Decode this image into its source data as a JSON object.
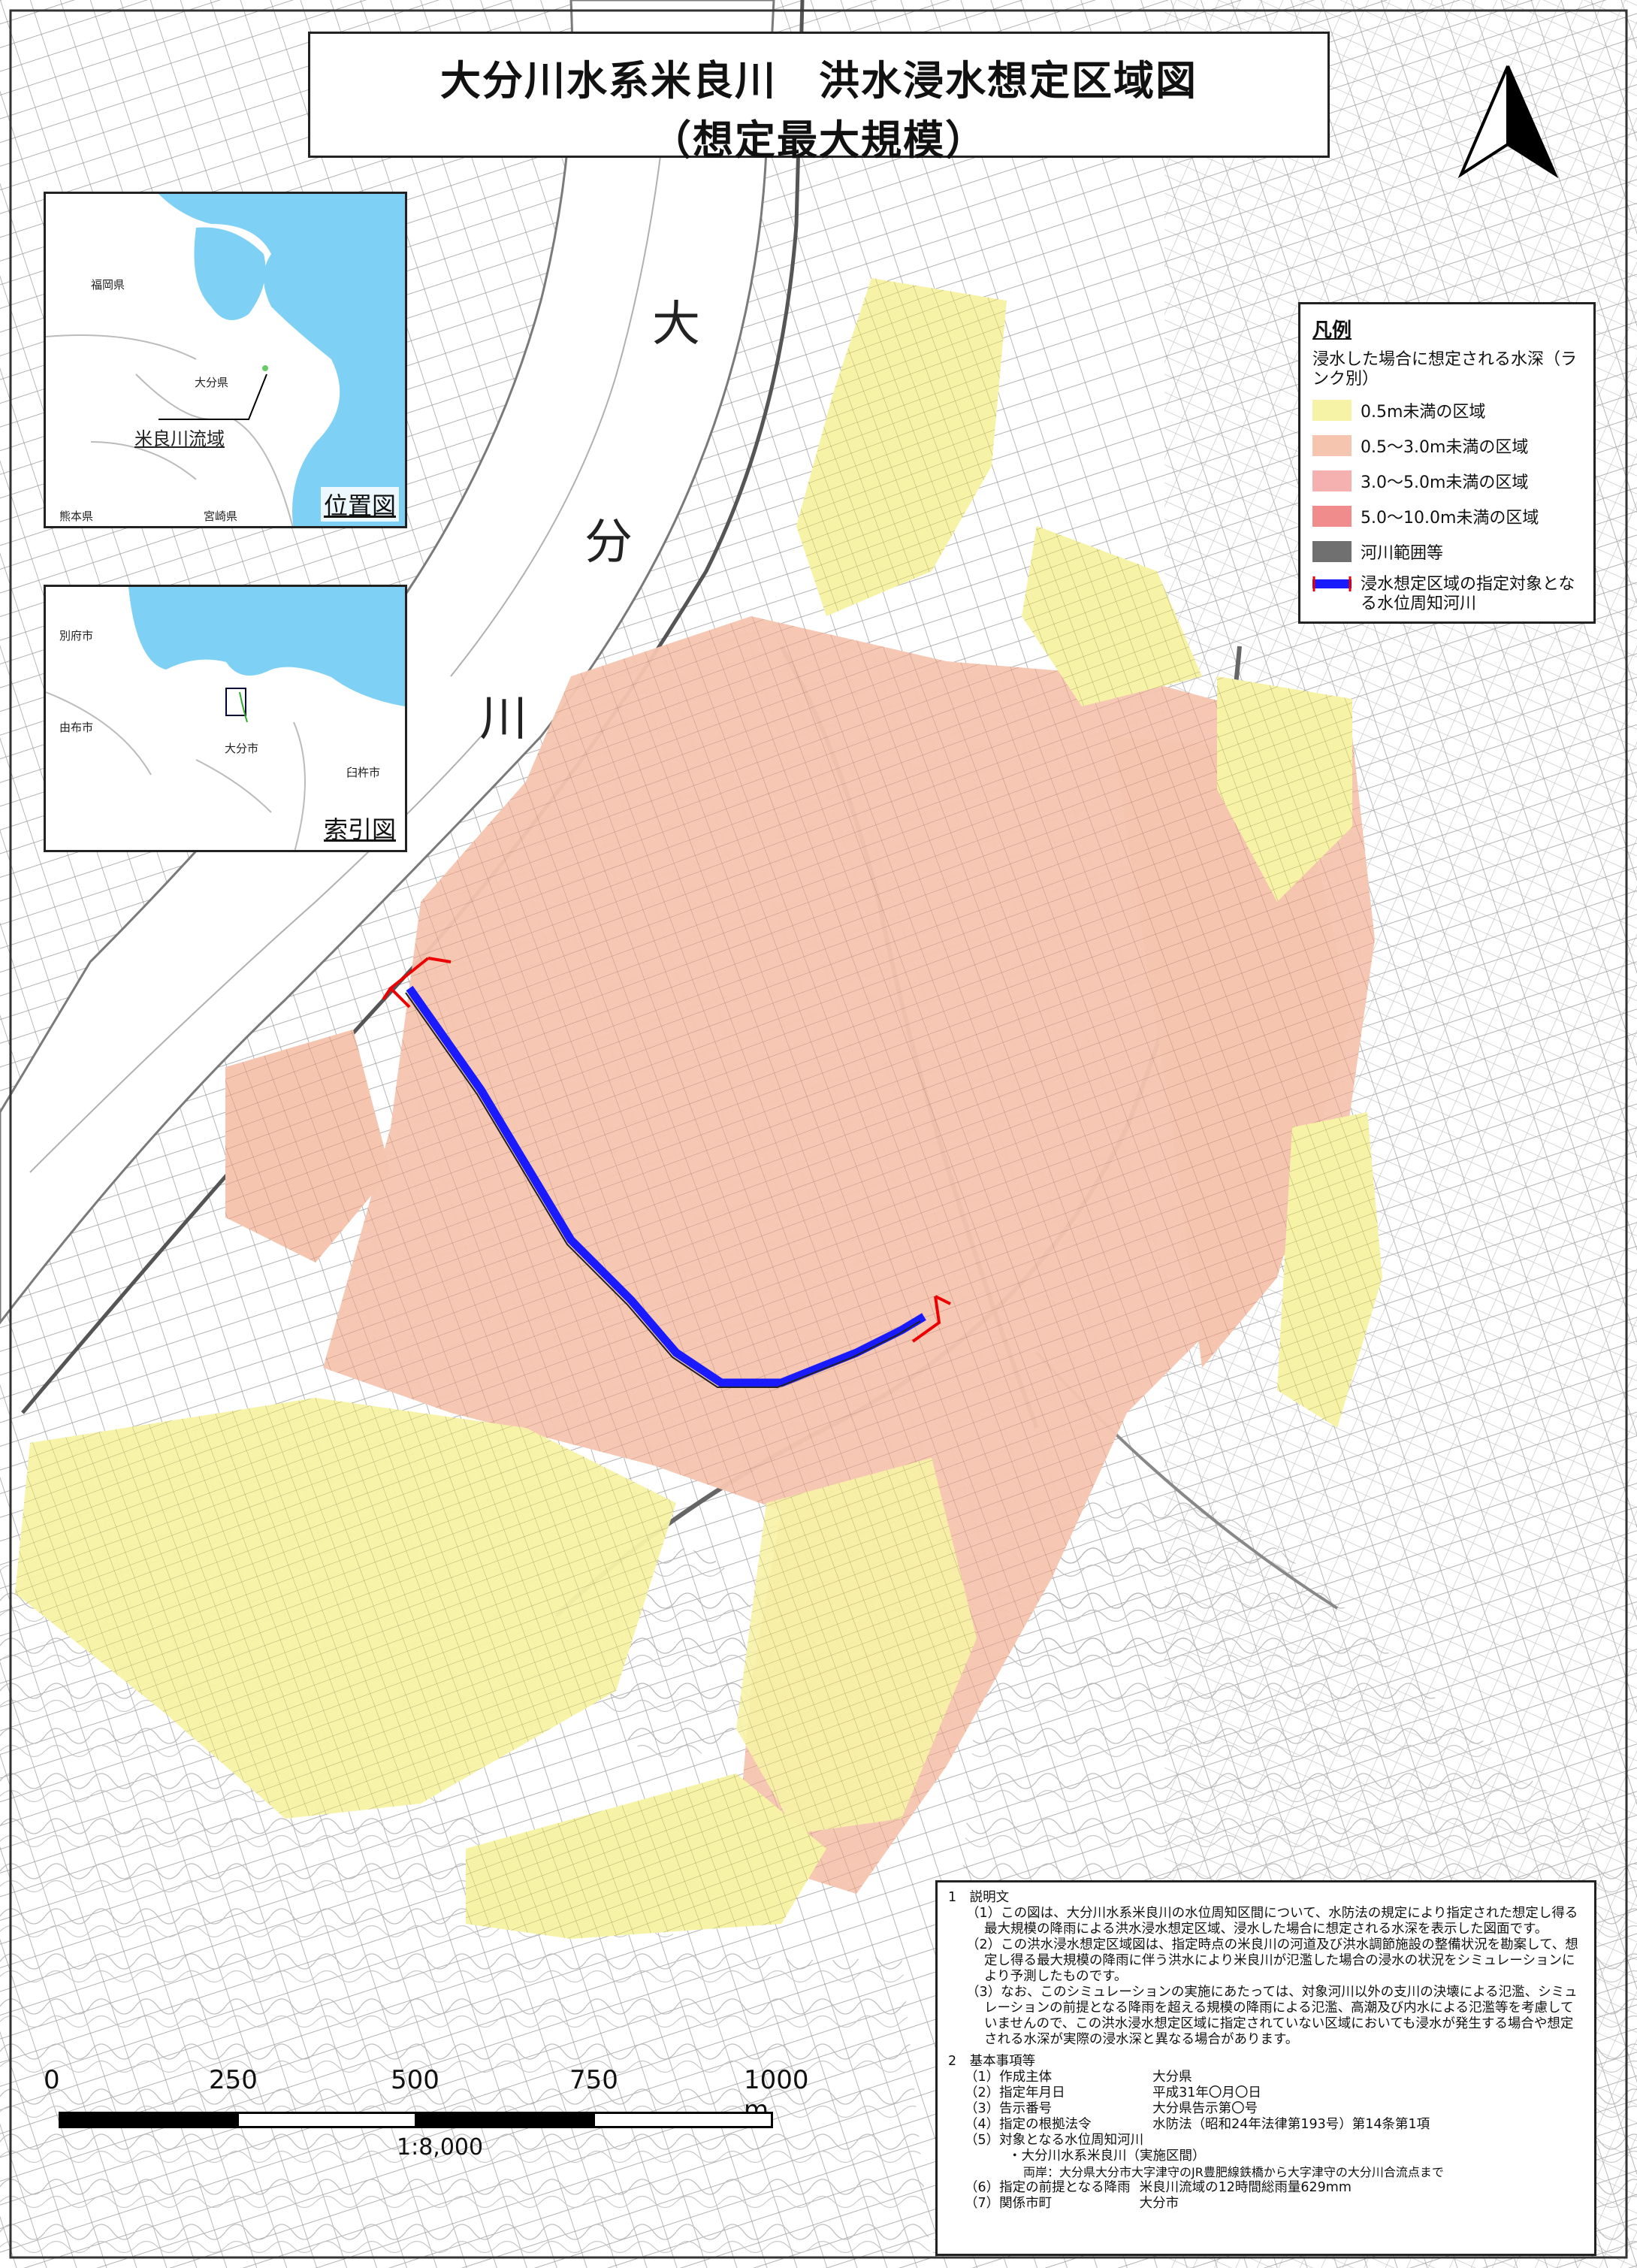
{
  "title": {
    "line1": "大分川水系米良川　洪水浸水想定区域図",
    "line2": "（想定最大規模）"
  },
  "river_name_chars": [
    "大",
    "分",
    "川"
  ],
  "legend": {
    "heading": "凡例",
    "subheading": "浸水した場合に想定される水深（ランク別）",
    "items": [
      {
        "label": "0.5m未満の区域",
        "color": "#f7f3a6"
      },
      {
        "label": "0.5～3.0m未満の区域",
        "color": "#f6c5b0"
      },
      {
        "label": "3.0～5.0m未満の区域",
        "color": "#f5b0b0"
      },
      {
        "label": "5.0～10.0m未満の区域",
        "color": "#f08c8c"
      },
      {
        "label": "河川範囲等",
        "color": "#707070"
      }
    ],
    "river_item": {
      "label": "浸水想定区域の指定対象となる水位周知河川",
      "color": "#1a1aff"
    }
  },
  "inset_location": {
    "label": "位置図",
    "places": [
      "福岡県",
      "大分県",
      "熊本県",
      "宮崎県"
    ],
    "callout": "米良川流域"
  },
  "inset_index": {
    "label": "索引図",
    "places": [
      "別府市",
      "由布市",
      "大分市",
      "臼杵市"
    ]
  },
  "notes": {
    "sec1_title": "1　説明文",
    "sec1_items": [
      "（1）この図は、大分川水系米良川の水位周知区間について、水防法の規定により指定された想定し得る最大規模の降雨による洪水浸水想定区域、浸水した場合に想定される水深を表示した図面です。",
      "（2）この洪水浸水想定区域図は、指定時点の米良川の河道及び洪水調節施設の整備状況を勘案して、想定し得る最大規模の降雨に伴う洪水により米良川が氾濫した場合の浸水の状況をシミュレーションにより予測したものです。",
      "（3）なお、このシミュレーションの実施にあたっては、対象河川以外の支川の決壊による氾濫、シミュレーションの前提となる降雨を超える規模の降雨による氾濫、高潮及び内水による氾濫等を考慮していませんので、この洪水浸水想定区域に指定されていない区域においても浸水が発生する場合や想定される水深が実際の浸水深と異なる場合があります。"
    ],
    "sec2_title": "2　基本事項等",
    "sec2_rows": [
      [
        "（1）作成主体",
        "大分県"
      ],
      [
        "（2）指定年月日",
        "平成31年〇月〇日"
      ],
      [
        "（3）告示番号",
        "大分県告示第〇号"
      ],
      [
        "（4）指定の根拠法令",
        "水防法（昭和24年法律第193号）第14条第1項"
      ],
      [
        "（5）対象となる水位周知河川",
        ""
      ]
    ],
    "sec2_river": "・大分川水系米良川（実施区間）",
    "sec2_river_range": "両岸：大分県大分市大字津守のJR豊肥線鉄橋から大字津守の大分川合流点まで",
    "sec2_rows2": [
      [
        "（6）指定の前提となる降雨",
        "米良川流域の12時間総雨量629mm"
      ],
      [
        "（7）関係市町",
        "大分市"
      ]
    ]
  },
  "scale": {
    "ticks": [
      "0",
      "250",
      "500",
      "750",
      "1000 m"
    ],
    "ratio": "1:8,000"
  },
  "colors": {
    "yellow": "#f7f3a6",
    "salmon": "#f6c5b0",
    "river_gray": "#e8e8e8",
    "sea": "#7fd0f5"
  }
}
